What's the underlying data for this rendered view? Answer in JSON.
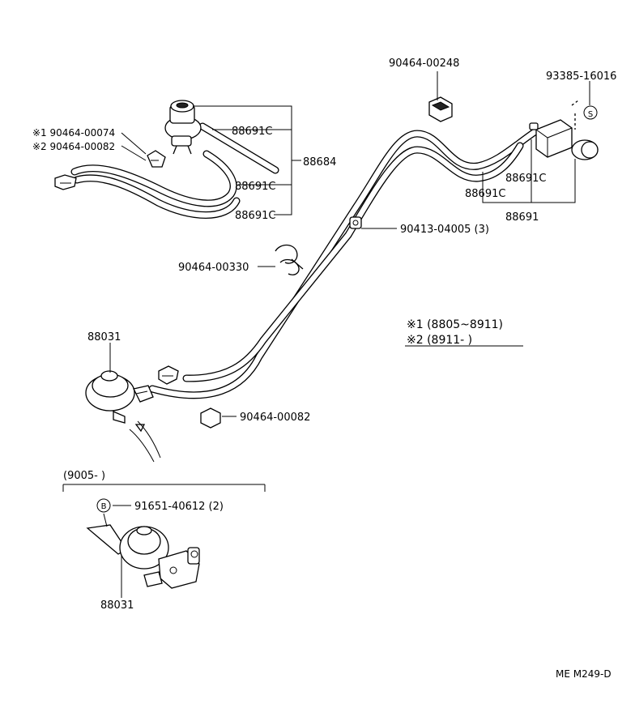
{
  "labels": {
    "p90464_00248": "90464-00248",
    "p93385_16016": "93385-16016",
    "s_mark": "S",
    "p88691c_a": "88691C",
    "p88691c_b": "88691C",
    "p88691c_c": "88691C",
    "p88684": "88684",
    "ref1_part": "※1 90464-00074",
    "ref2_part": "※2 90464-00082",
    "p88691c_r1": "88691C",
    "p88691c_r2": "88691C",
    "p88691": "88691",
    "p90413_04005": "90413-04005 (3)",
    "p90464_00330": "90464-00330",
    "legend1": "※1 (8805~8911)",
    "legend2": "※2 (8911-           )",
    "p88031_top": "88031",
    "p90464_00082": "90464-00082",
    "range_9005": "(9005-          )",
    "b_mark": "B",
    "p91651_40612": "91651-40612 (2)",
    "p88031_bottom": "88031",
    "diagram_code": "ME M249-D"
  }
}
